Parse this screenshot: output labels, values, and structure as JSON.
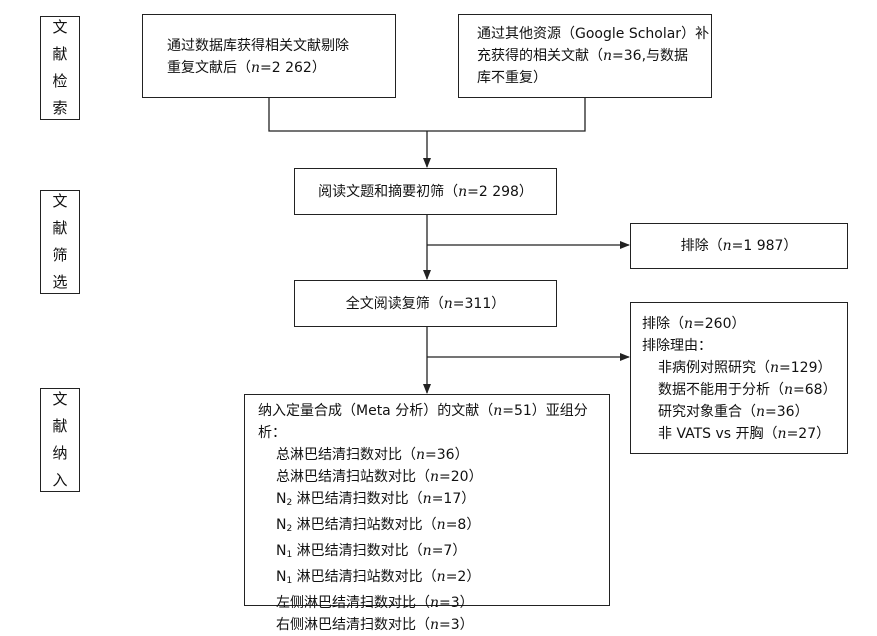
{
  "stages": [
    {
      "id": "search",
      "chars": [
        "文",
        "献",
        "检",
        "索"
      ]
    },
    {
      "id": "screen",
      "chars": [
        "文",
        "献",
        "筛",
        "选"
      ]
    },
    {
      "id": "include",
      "chars": [
        "文",
        "献",
        "纳",
        "入"
      ]
    }
  ],
  "boxes": {
    "database": {
      "line1": "通过数据库获得相关文献剔除",
      "line2_pre": "重复文献后（",
      "n_var": "n",
      "line2_post": "=2 262）"
    },
    "other": {
      "line1": "通过其他资源（Google Scholar）补",
      "line2_pre": "充获得的相关文献（",
      "n_var": "n",
      "line2_post": "=36,与数据",
      "line3": "库不重复）"
    },
    "title_abstract": {
      "pre": "阅读文题和摘要初筛（",
      "n_var": "n",
      "post": "=2 298）"
    },
    "exclude1": {
      "pre": "排除（",
      "n_var": "n",
      "post": "=1 987）"
    },
    "fulltext": {
      "pre": "全文阅读复筛（",
      "n_var": "n",
      "post": "=311）"
    },
    "exclude2": {
      "head_pre": "排除（",
      "n_var": "n",
      "head_post": "=260）",
      "reasons_title": "排除理由：",
      "reasons": [
        {
          "pre": "非病例对照研究（",
          "post": "=129）"
        },
        {
          "pre": "数据不能用于分析（",
          "post": "=68）"
        },
        {
          "pre": "研究对象重合（",
          "post": "=36）"
        },
        {
          "pre": "非 VATS vs 开胸（",
          "post": "=27）"
        }
      ]
    },
    "included": {
      "head_pre": "纳入定量合成（Meta 分析）的文献（",
      "n_var": "n",
      "head_post": "=51）亚组分析：",
      "items": [
        {
          "sym": "",
          "sub": "",
          "pre": "总淋巴结清扫数对比（",
          "post": "=36）"
        },
        {
          "sym": "",
          "sub": "",
          "pre": "总淋巴结清扫站数对比（",
          "post": "=20）"
        },
        {
          "sym": "N",
          "sub": "2",
          "pre": " 淋巴结清扫数对比（",
          "post": "=17）"
        },
        {
          "sym": "N",
          "sub": "2",
          "pre": " 淋巴结清扫站数对比（",
          "post": "=8）"
        },
        {
          "sym": "N",
          "sub": "1",
          "pre": " 淋巴结清扫数对比（",
          "post": "=7）"
        },
        {
          "sym": "N",
          "sub": "1",
          "pre": " 淋巴结清扫站数对比（",
          "post": "=2）"
        },
        {
          "sym": "",
          "sub": "",
          "pre": "左侧淋巴结清扫数对比（",
          "post": "=3）"
        },
        {
          "sym": "",
          "sub": "",
          "pre": "右侧淋巴结清扫数对比（",
          "post": "=3）"
        }
      ]
    }
  }
}
